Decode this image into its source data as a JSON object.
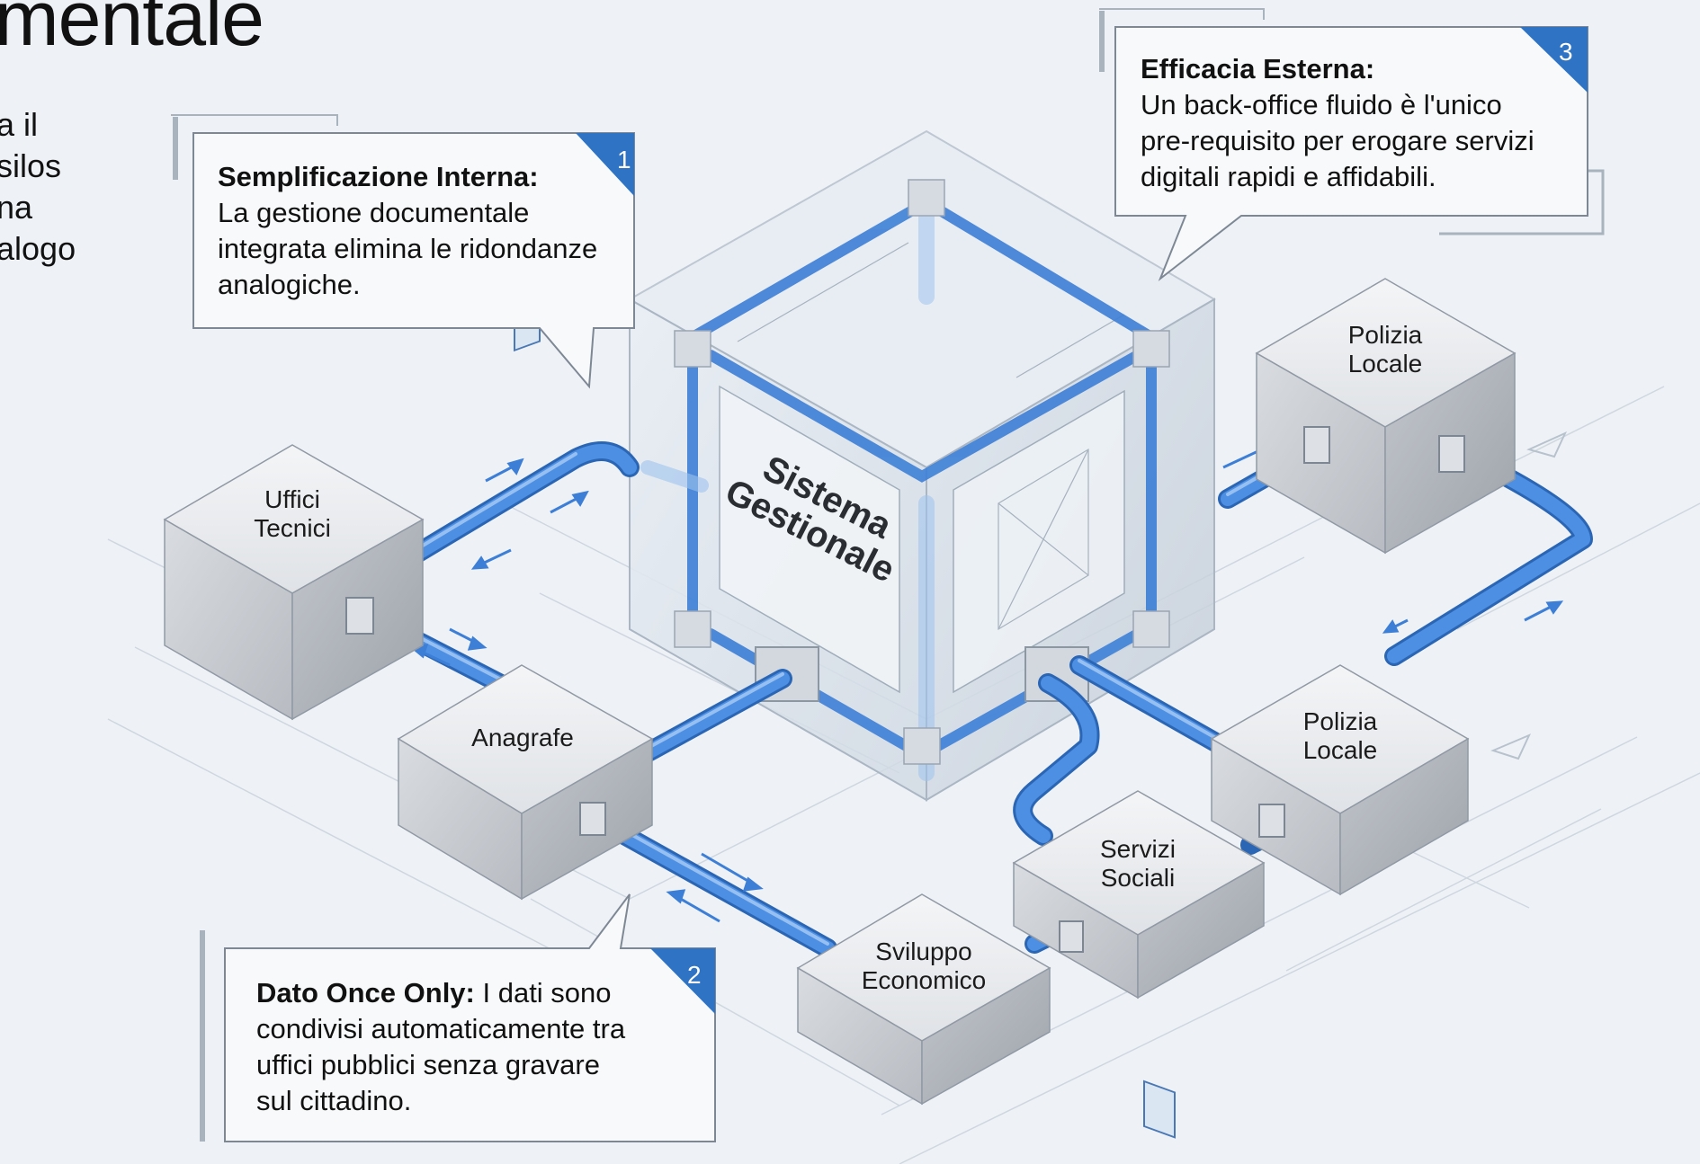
{
  "title_fragment": "mentale",
  "intro_fragments": [
    "a il",
    "silos",
    "na",
    "alogo"
  ],
  "center": {
    "line1": "Sistema",
    "line2": "Gestionale"
  },
  "offices": {
    "uffici_tecnici": {
      "line1": "Uffici",
      "line2": "Tecnici"
    },
    "anagrafe": {
      "line1": "Anagrafe",
      "line2": ""
    },
    "polizia_top": {
      "line1": "Polizia",
      "line2": "Locale"
    },
    "polizia_right": {
      "line1": "Polizia",
      "line2": "Locale"
    },
    "servizi_sociali": {
      "line1": "Servizi",
      "line2": "Sociali"
    },
    "sviluppo": {
      "line1": "Sviluppo",
      "line2": "Economico"
    }
  },
  "callouts": {
    "c1": {
      "number": "1",
      "heading": "Semplificazione Interna:",
      "lines": [
        "La gestione documentale",
        "integrata elimina le ridondanze",
        "analogiche."
      ]
    },
    "c2": {
      "number": "2",
      "heading": "Dato Once Only:",
      "first_line_rest": " I dati sono",
      "lines": [
        "condivisi automaticamente tra",
        "uffici pubblici senza gravare",
        "sul cittadino."
      ]
    },
    "c3": {
      "number": "3",
      "heading": "Efficacia Esterna:",
      "lines": [
        "Un back-office fluido è l'unico",
        "pre-requisito per erogare servizi",
        "digitali rapidi e affidabili."
      ]
    }
  },
  "colors": {
    "pipe": "#3d7fd6",
    "pipe_light": "#7fb0ee",
    "badge": "#2f73c4",
    "box_top": "#eceef1",
    "box_left": "#c9ccd1",
    "box_right": "#b4b8be",
    "background": "#eef2f6"
  }
}
